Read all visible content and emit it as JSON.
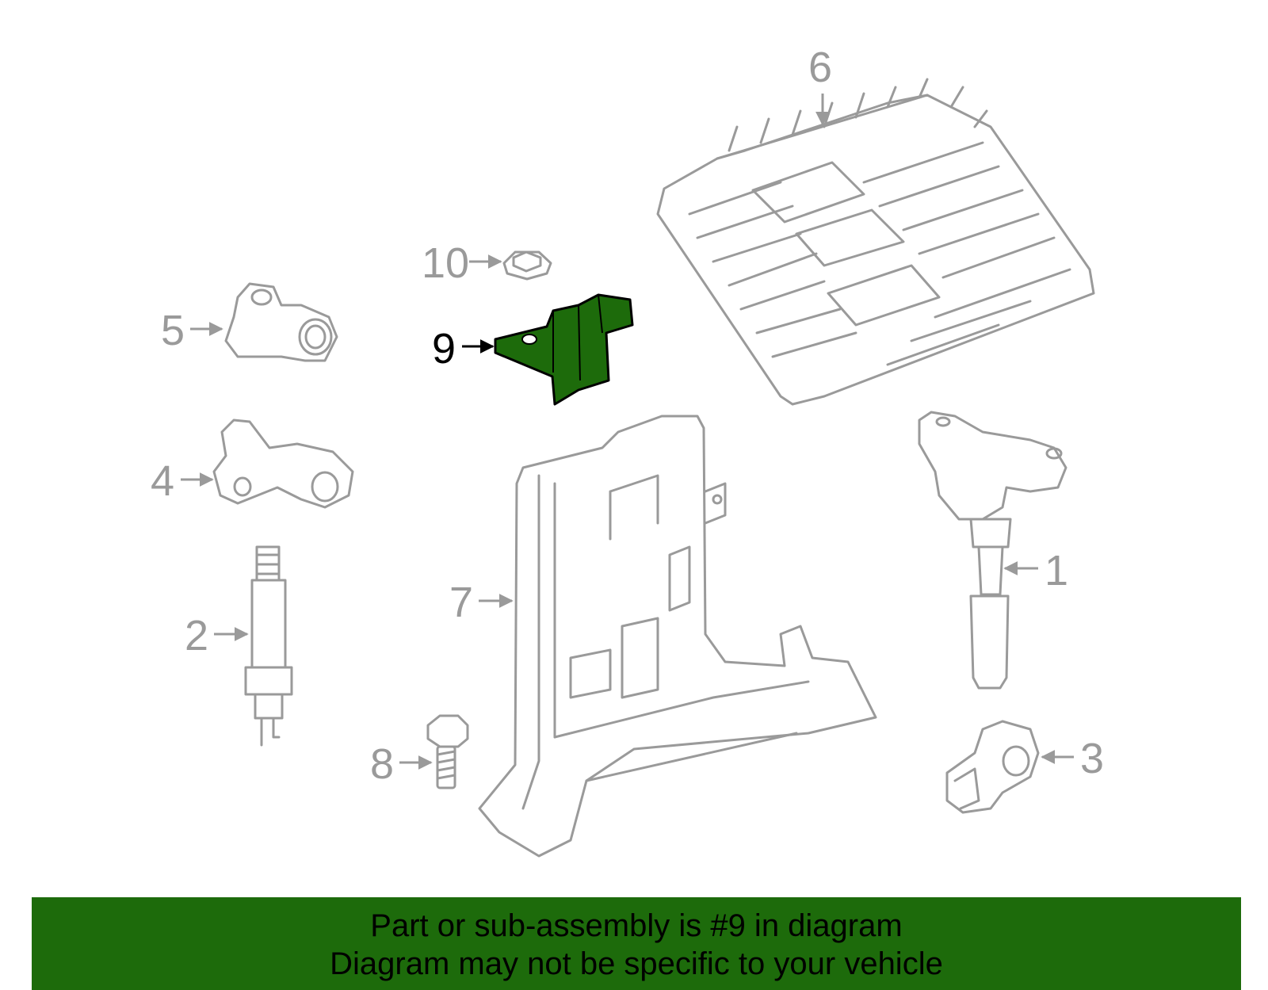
{
  "colors": {
    "highlight": "#1d6b0b",
    "line": "#9a9a9a",
    "banner_bg": "#1d6b0b"
  },
  "callouts": {
    "c1": "1",
    "c2": "2",
    "c3": "3",
    "c4": "4",
    "c5": "5",
    "c6": "6",
    "c7": "7",
    "c8": "8",
    "c9": "9",
    "c10": "10"
  },
  "highlighted_part": "9",
  "banner": {
    "line1": "Part or sub-assembly is #9 in diagram",
    "line2": "Diagram may not be specific to your vehicle"
  }
}
